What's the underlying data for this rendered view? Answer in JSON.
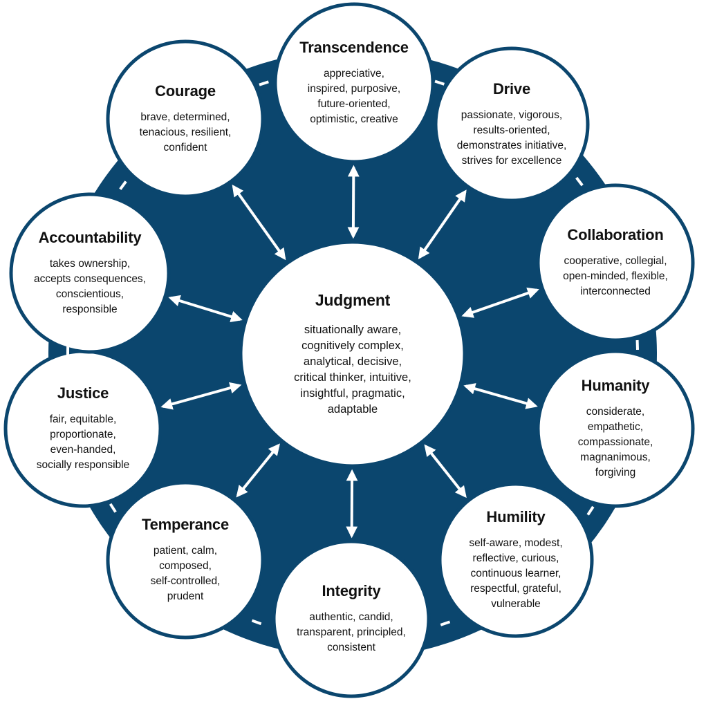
{
  "colors": {
    "ring": "#0b466e",
    "circle_fill": "#ffffff",
    "arrow": "#ffffff",
    "text": "#111111"
  },
  "center": {
    "title": "Judgment",
    "traits": "situationally aware,\ncognitively complex,\nanalytical, decisive,\ncritical thinker, intuitive,\ninsightful, pragmatic,\nadaptable"
  },
  "nodes": [
    {
      "id": "transcendence",
      "title": "Transcendence",
      "traits": "appreciative,\ninspired, purposive,\nfuture-oriented,\noptimistic, creative"
    },
    {
      "id": "drive",
      "title": "Drive",
      "traits": "passionate, vigorous,\nresults-oriented,\ndemonstrates initiative,\nstrives for excellence"
    },
    {
      "id": "collaboration",
      "title": "Collaboration",
      "traits": "cooperative, collegial,\nopen-minded, flexible,\ninterconnected"
    },
    {
      "id": "humanity",
      "title": "Humanity",
      "traits": "considerate,\nempathetic,\ncompassionate,\nmagnanimous,\nforgiving"
    },
    {
      "id": "humility",
      "title": "Humility",
      "traits": "self-aware, modest,\nreflective, curious,\ncontinuous learner,\nrespectful, grateful,\nvulnerable"
    },
    {
      "id": "integrity",
      "title": "Integrity",
      "traits": "authentic, candid,\ntransparent, principled,\nconsistent"
    },
    {
      "id": "temperance",
      "title": "Temperance",
      "traits": "patient, calm,\ncomposed,\nself-controlled,\nprudent"
    },
    {
      "id": "justice",
      "title": "Justice",
      "traits": "fair, equitable,\nproportionate,\neven-handed,\nsocially responsible"
    },
    {
      "id": "accountability",
      "title": "Accountability",
      "traits": "takes ownership,\naccepts consequences,\nconscientious,\nresponsible"
    },
    {
      "id": "courage",
      "title": "Courage",
      "traits": "brave, determined,\ntenacious, resilient,\nconfident"
    }
  ]
}
